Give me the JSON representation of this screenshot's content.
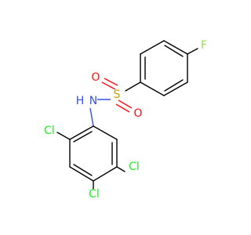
{
  "atoms": {
    "fluorine": "F",
    "sulfur": "S",
    "oxygen_top": "O",
    "oxygen_bottom": "O",
    "nitrogen_h": "H",
    "nitrogen": "N",
    "chlorine_ortho": "Cl",
    "chlorine_meta": "Cl",
    "chlorine_para": "Cl"
  },
  "colors": {
    "carbon_bond": "#000000",
    "fluorine": "#90e050",
    "sulfur": "#c8a000",
    "oxygen": "#ff0d0d",
    "nitrogen": "#3050f8",
    "chlorine": "#1ff01f"
  }
}
